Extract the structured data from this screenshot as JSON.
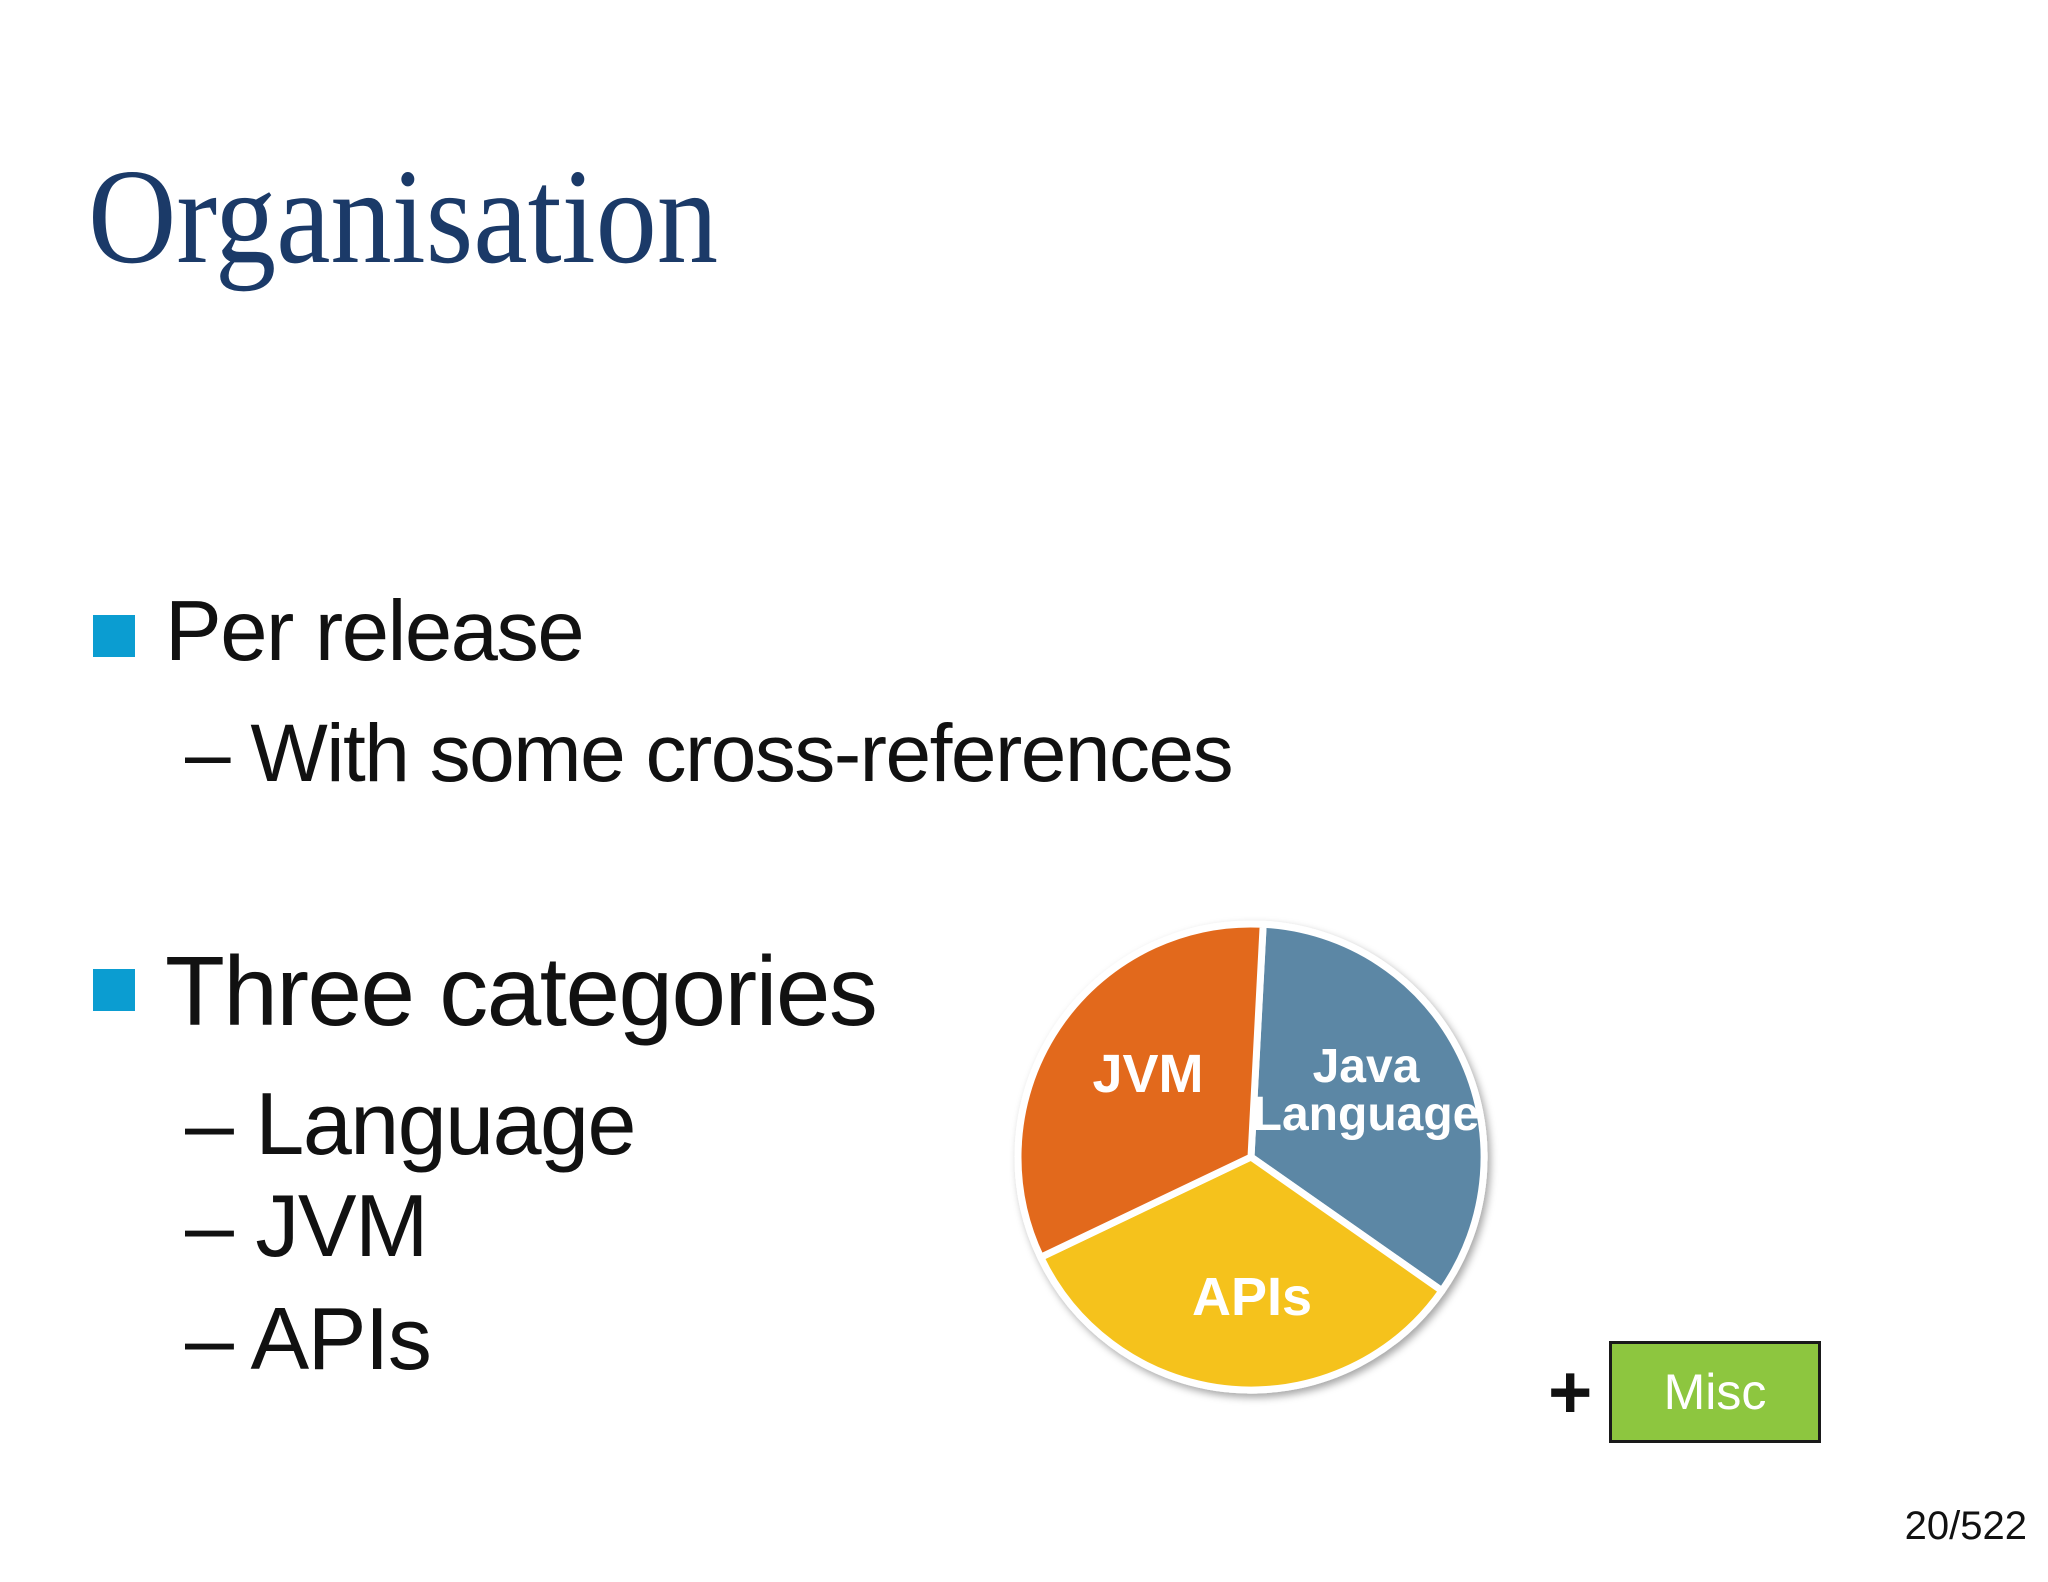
{
  "slide": {
    "title": "Organisation",
    "title_color": "#1B3A68",
    "bullet_square_color": "#0B9DD1",
    "bullets": [
      {
        "label": "Per release",
        "subs": [
          {
            "text": "– With some cross-references"
          }
        ]
      },
      {
        "label": "Three categories",
        "subs": [
          {
            "text": "– Language"
          },
          {
            "text": "– JVM"
          },
          {
            "text": "– APIs"
          }
        ]
      }
    ],
    "page_number": "20/522"
  },
  "diagram": {
    "plus_sign": "+",
    "misc_label": "Misc",
    "misc_box_color": "#8DC63F",
    "pie_labels": {
      "jvm": "JVM",
      "java_line1": "Java",
      "java_line2": "Language",
      "apis": "APIs"
    }
  },
  "chart_data": {
    "type": "pie",
    "labels": [
      "Java Language",
      "APIs",
      "JVM"
    ],
    "values": [
      33.9,
      33.2,
      32.9
    ],
    "colors": [
      "#5B87A5",
      "#F5C21D",
      "#E2691B"
    ],
    "title": "",
    "legend": "none",
    "annotation": "+ Misc",
    "notes": "Three roughly equal slices separated by white gaps; labels drawn inside slices"
  }
}
